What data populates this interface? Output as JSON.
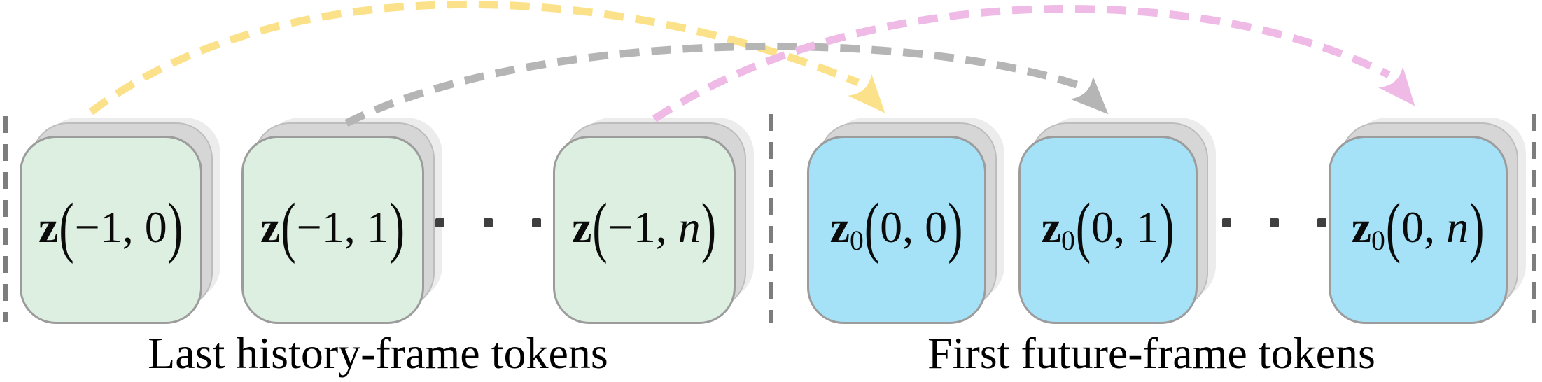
{
  "diagram": {
    "history_group": {
      "label": "Last history-frame tokens",
      "box_color": "#dcefe0",
      "tokens": [
        {
          "var": "z",
          "sub": "",
          "open": "(",
          "body": "−1, 0",
          "body_italic": "",
          "close": ")"
        },
        {
          "var": "z",
          "sub": "",
          "open": "(",
          "body": "−1, 1",
          "body_italic": "",
          "close": ")"
        },
        {
          "var": "z",
          "sub": "",
          "open": "(",
          "body": "−1, ",
          "body_italic": "n",
          "close": ")"
        }
      ]
    },
    "future_group": {
      "label": "First future-frame tokens",
      "box_color": "#a5e2f7",
      "tokens": [
        {
          "var": "z",
          "sub": "0",
          "open": "(",
          "body": "0, 0",
          "body_italic": "",
          "close": ")"
        },
        {
          "var": "z",
          "sub": "0",
          "open": "(",
          "body": "0, 1",
          "body_italic": "",
          "close": ")"
        },
        {
          "var": "z",
          "sub": "0",
          "open": "(",
          "body": "0, ",
          "body_italic": "n",
          "close": ")"
        }
      ]
    },
    "arrows": [
      {
        "name": "attention-arrow-token-0",
        "color": "#fbe28a",
        "from": "z(−1, 0)",
        "to": "z0(0, 0)"
      },
      {
        "name": "attention-arrow-token-1",
        "color": "#b5b5b5",
        "from": "z(−1, 1)",
        "to": "z0(0, 1)"
      },
      {
        "name": "attention-arrow-token-n",
        "color": "#efbae5",
        "from": "z(−1, n)",
        "to": "z0(0, n)"
      }
    ],
    "separator_color": "#7d7d7d",
    "card_stack_colors": {
      "front_border": "#9c9c9c",
      "mid": "#d6d6d6",
      "back": "#ececec"
    }
  }
}
